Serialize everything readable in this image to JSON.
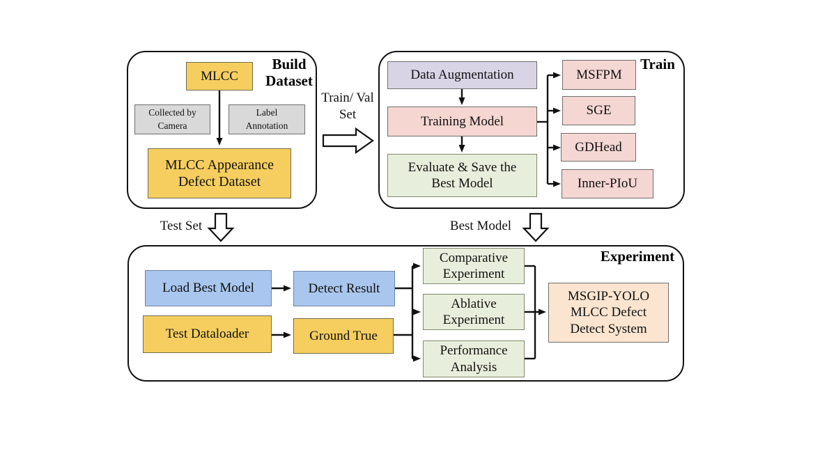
{
  "build_dataset": {
    "title": "Build Dataset",
    "mlcc": "MLCC",
    "collected": "Collected by Camera",
    "annotation": "Label Annotation",
    "dataset": "MLCC Appearance Defect Dataset"
  },
  "train": {
    "title": "Train",
    "data_augmentation": "Data Augmentation",
    "training_model": "Training Model",
    "evaluate": "Evaluate & Save the Best Model",
    "modules": [
      "MSFPM",
      "SGE",
      "GDHead",
      "Inner-PIoU"
    ]
  },
  "experiment": {
    "title": "Experiment",
    "load_best_model": "Load Best Model",
    "detect_result": "Detect Result",
    "test_dataloader": "Test Dataloader",
    "ground_true": "Ground True",
    "experiments": [
      "Comparative Experiment",
      "Ablative Experiment",
      "Performance Analysis"
    ],
    "system": "MSGIP-YOLO MLCC Defect Detect System"
  },
  "connectors": {
    "train_val_set": "Train/ Val Set",
    "test_set": "Test Set",
    "best_model": "Best Model"
  },
  "colors": {
    "yellow": "#f6ce5f",
    "gray": "#d9d9d9",
    "lavender": "#d9d3e6",
    "pink": "#f5d6d1",
    "green": "#e8eedc",
    "blue": "#a9c6ee",
    "peach": "#fbe5d0",
    "container_outline": "#111111",
    "box_border": "#6e6e6e"
  }
}
